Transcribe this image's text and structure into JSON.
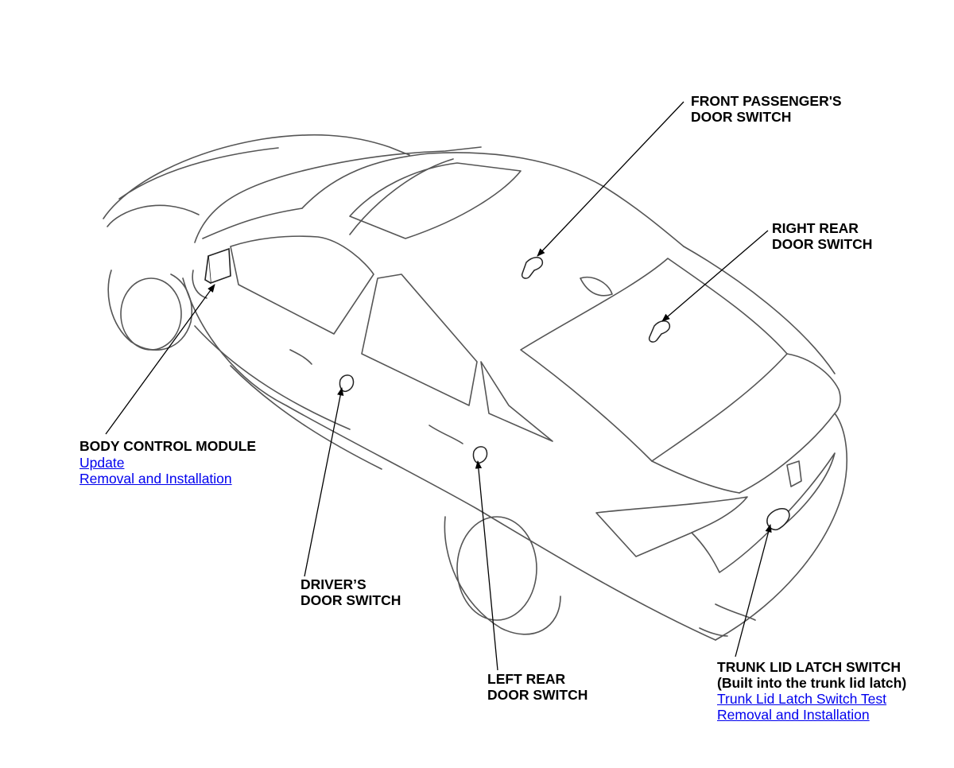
{
  "colors": {
    "link": "#0000ee",
    "line": "#000000",
    "car_outline": "#555555"
  },
  "labels": {
    "front_passenger": {
      "line1": "FRONT PASSENGER'S",
      "line2": "DOOR SWITCH"
    },
    "right_rear": {
      "line1": "RIGHT REAR",
      "line2": "DOOR SWITCH"
    },
    "body_control_module": {
      "title": "BODY CONTROL MODULE",
      "link_update": "Update",
      "link_removal": "Removal and Installation"
    },
    "drivers_door": {
      "line1": "DRIVER’S",
      "line2": "DOOR SWITCH"
    },
    "left_rear": {
      "line1": "LEFT REAR",
      "line2": "DOOR SWITCH"
    },
    "trunk_lid": {
      "title": "TRUNK LID LATCH SWITCH",
      "subtitle": "(Built into the trunk lid latch)",
      "link_test": "Trunk Lid Latch Switch Test",
      "link_removal": "Removal and Installation"
    }
  }
}
